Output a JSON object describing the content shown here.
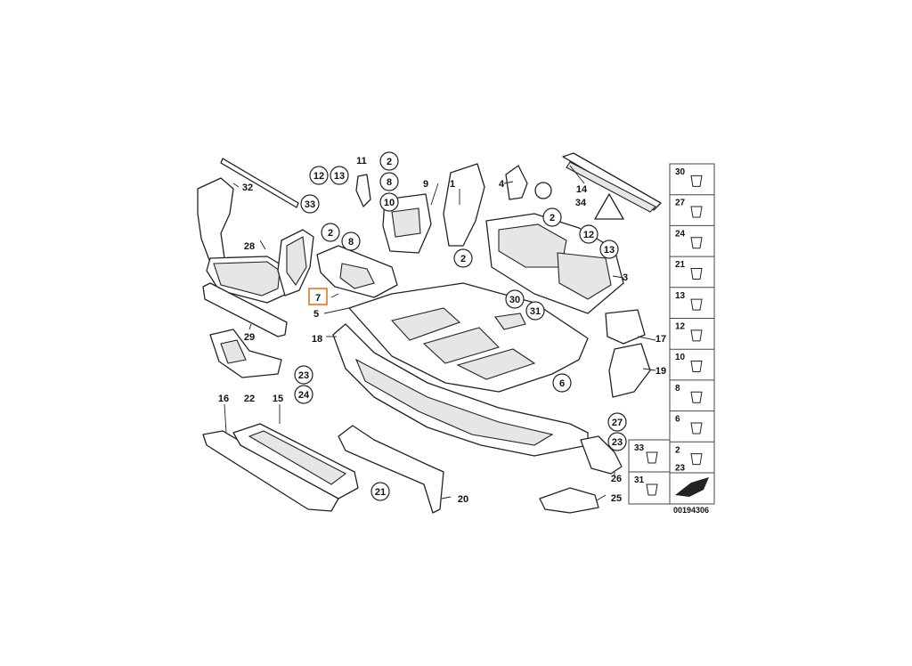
{
  "diagram": {
    "drawing_number": "00194306",
    "highlighted_part": "7",
    "callouts": {
      "c32": "32",
      "c33": "33",
      "c28": "28",
      "c29": "29",
      "c7": "7",
      "c5": "5",
      "c12a": "12",
      "c13a": "13",
      "c11": "11",
      "c2a": "2",
      "c8a": "8",
      "c10a": "10",
      "c9": "9",
      "c2b": "2",
      "c8b": "8",
      "c1": "1",
      "c2c": "2",
      "c4": "4",
      "c2d": "2",
      "c34": "34",
      "c14": "14",
      "c12b": "12",
      "c13b": "13",
      "c3": "3",
      "c30": "30",
      "c31": "31",
      "c18": "18",
      "c17": "17",
      "c19": "19",
      "c6": "6",
      "c23a": "23",
      "c24a": "24",
      "c16": "16",
      "c22": "22",
      "c15": "15",
      "c27a": "27",
      "c23b": "23",
      "c26": "26",
      "c25": "25",
      "c21": "21",
      "c20": "20"
    },
    "legend": {
      "right_column": [
        "30",
        "27",
        "24",
        "21",
        "13",
        "12",
        "10",
        "8",
        "6",
        "2",
        "23"
      ],
      "left_column": [
        "33",
        "31"
      ]
    }
  }
}
